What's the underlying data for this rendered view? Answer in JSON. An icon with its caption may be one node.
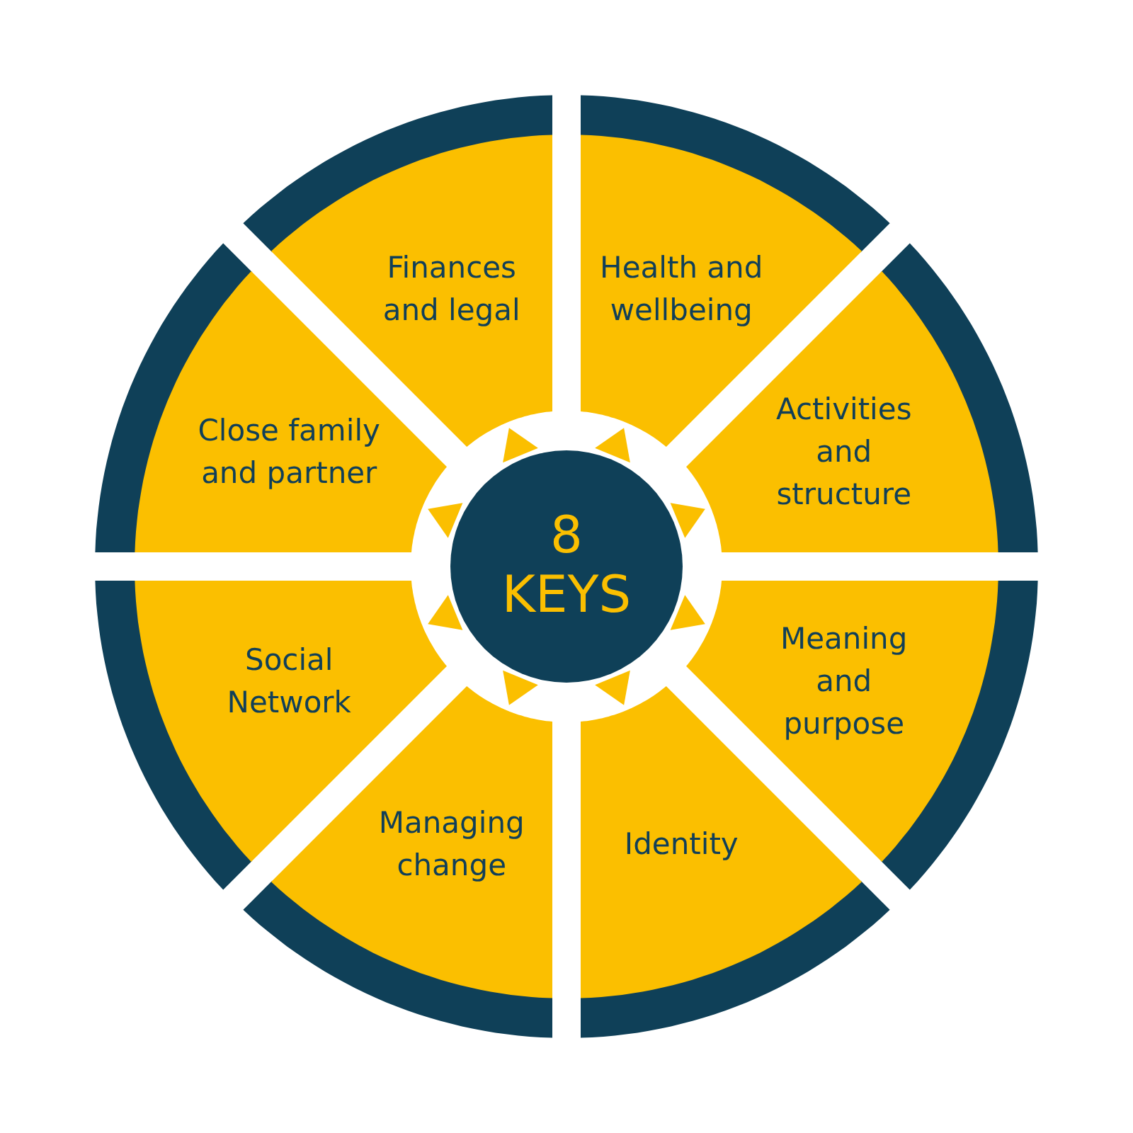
{
  "diagram": {
    "nodes": [
      {
        "text": [
          "Finances and legal"
        ]
      },
      {
        "text": [
          "Health and wellbeing"
        ]
      },
      {
        "text": [
          "Activities and structure"
        ]
      },
      {
        "text": [
          "Meaning and purpose"
        ]
      },
      {
        "text": [
          "Identity"
        ]
      },
      {
        "text": [
          "Managing change"
        ]
      },
      {
        "text": [
          "Social Network"
        ]
      },
      {
        "text": [
          "Close family and partner"
        ]
      },
      {
        "text": [
          "8 KEYS"
        ]
      }
    ]
  }
}
